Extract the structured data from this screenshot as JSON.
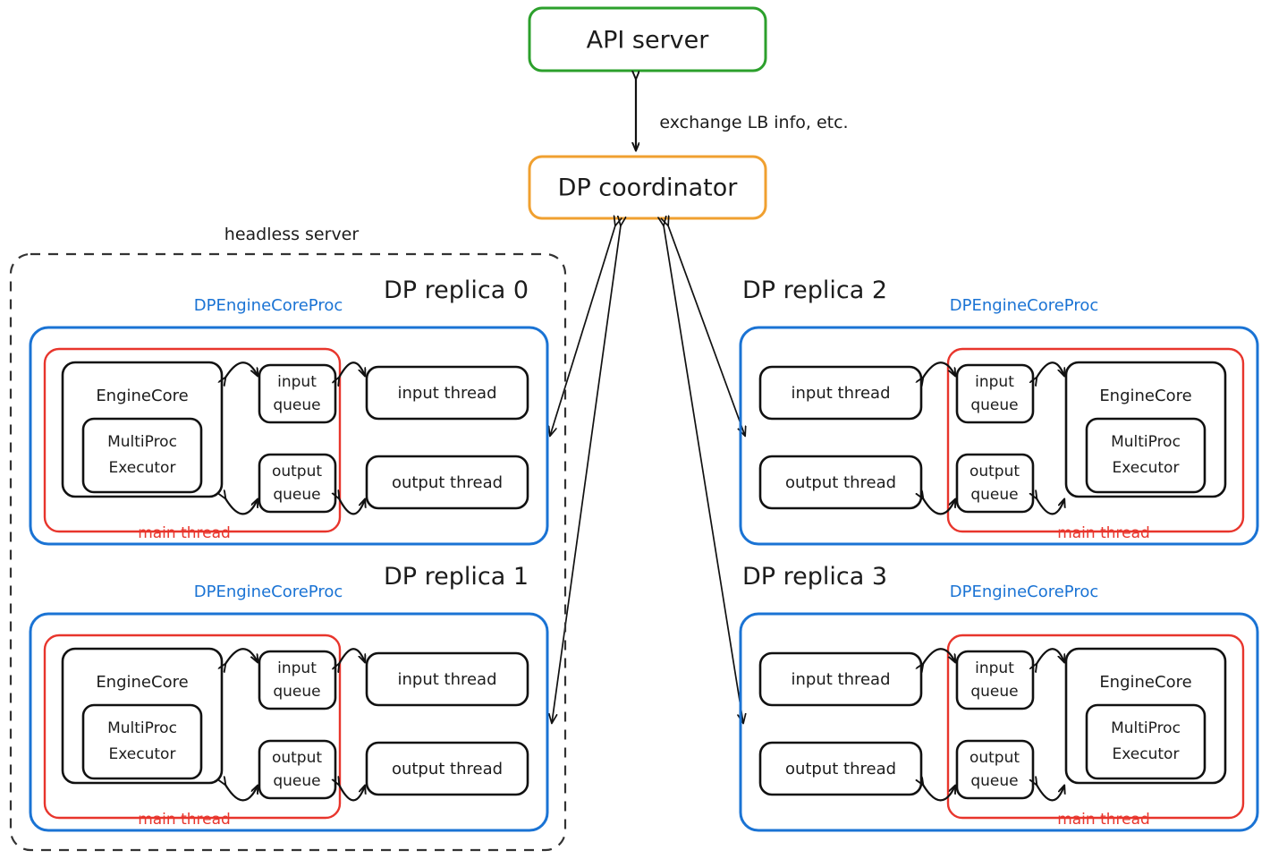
{
  "diagram": {
    "title_nodes": {
      "api_server": "API server",
      "dp_coordinator": "DP coordinator"
    },
    "edge_labels": {
      "coordinator_api": "exchange LB info, etc."
    },
    "group_labels": {
      "headless_server": "headless server",
      "proc_label": "DPEngineCoreProc",
      "main_thread": "main thread"
    },
    "replicas": [
      {
        "title": "DP replica 0",
        "orientation": "engine-left"
      },
      {
        "title": "DP replica 1",
        "orientation": "engine-left"
      },
      {
        "title": "DP replica 2",
        "orientation": "engine-right"
      },
      {
        "title": "DP replica 3",
        "orientation": "engine-right"
      }
    ],
    "inner_nodes": {
      "engine_core": "EngineCore",
      "multiproc_executor_line1": "MultiProc",
      "multiproc_executor_line2": "Executor",
      "input_queue_line1": "input",
      "input_queue_line2": "queue",
      "output_queue_line1": "output",
      "output_queue_line2": "queue",
      "input_thread": "input thread",
      "output_thread": "output thread"
    },
    "colors": {
      "api_server_border": "#2ca02c",
      "coordinator_border": "#f0a030",
      "proc_border": "#1a73d4",
      "main_thread_border": "#e8352c",
      "node_border": "#111111",
      "headless_border": "#333333",
      "text": "#1c1c1c"
    }
  }
}
